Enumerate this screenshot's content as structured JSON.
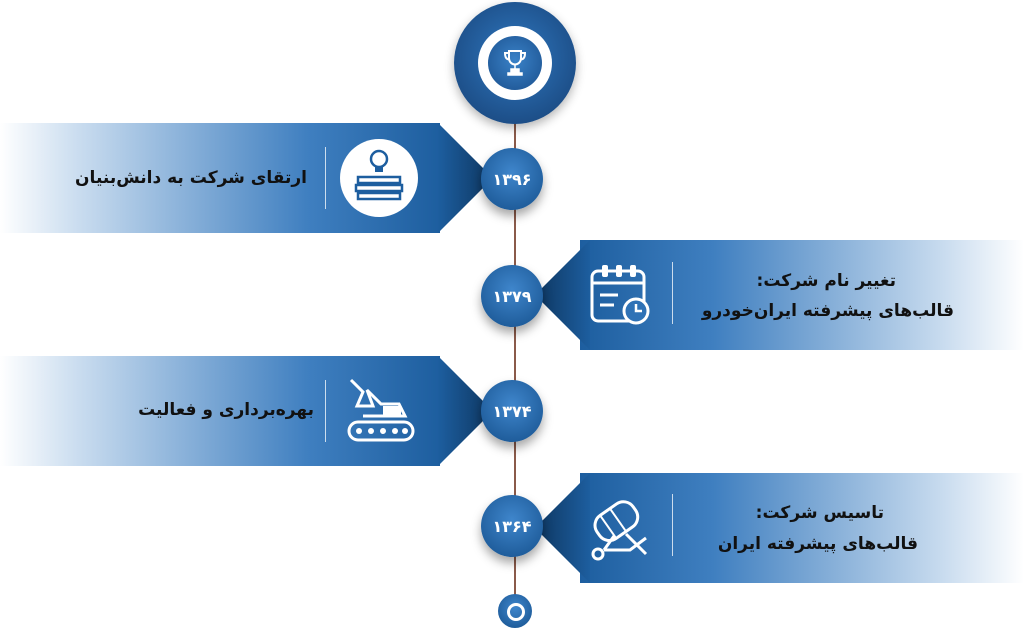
{
  "timeline": [
    {
      "year": "۱۳۹۶",
      "title": "ارتقای شرکت به دانش‌بنیان",
      "icon": "lightbulb-books-icon"
    },
    {
      "year": "۱۳۷۹",
      "title": "تغییر نام شرکت:",
      "subtitle": "قالب‌های پیشرفته ایران‌خودرو",
      "icon": "calendar-clock-icon"
    },
    {
      "year": "۱۳۷۴",
      "title": "بهره‌برداری و فعالیت",
      "icon": "excavator-icon"
    },
    {
      "year": "۱۳۶۴",
      "title": "تاسیس شرکت:",
      "subtitle": "قالب‌های پیشرفته ایران",
      "icon": "cement-mixer-icon"
    }
  ],
  "top_icon": "trophy-icon",
  "colors": {
    "primary": "#1d5e9f",
    "accent": "#3f7fc0",
    "line": "#8a5a4a"
  }
}
